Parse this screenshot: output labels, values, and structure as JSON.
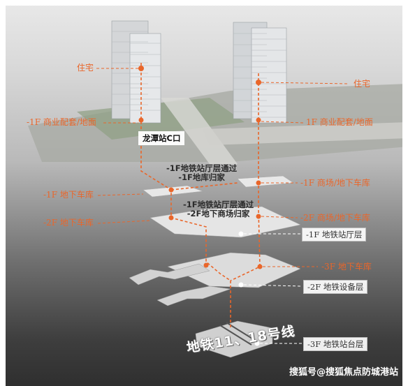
{
  "labels": {
    "left_residential": "住宅",
    "right_residential": "住宅",
    "left_1f_commercial": "-1F 商业配套/地面",
    "right_1f_commercial": "1F 商业配套/地面",
    "left_b1_parking": "-1F 地下车库",
    "left_b2_parking": "-2F 地下车库",
    "right_b1_mall_parking": "-1F 商场/地下车库",
    "right_b2_mall_parking": "-2F 商场/地下车库",
    "right_b3_parking": "-3F 地下车库",
    "metro_concourse": "-1F 地铁站厅层",
    "metro_equipment": "-2F 地铁设备层",
    "metro_platform": "-3F 地铁站台层"
  },
  "station_entrance": "龙潭站C口",
  "notes": {
    "upper_line1": "-1F地铁站厅层通过",
    "upper_line2": "-1F地库归家",
    "lower_line1": "-1F地铁站厅层通过",
    "lower_line2": "-2F地下商场归家"
  },
  "line_title": "地铁11、18号线",
  "watermark": "搜狐号@搜狐焦点防城港站",
  "colors": {
    "accent": "#e9662a",
    "path": "#e9662a",
    "leader": "#ffffff"
  }
}
